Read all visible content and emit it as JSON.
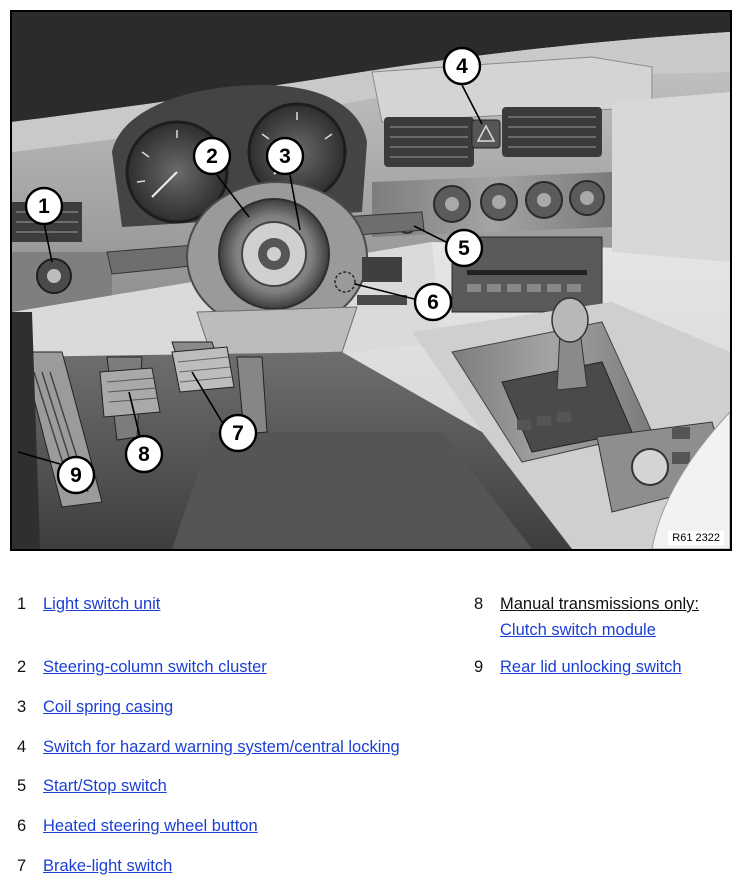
{
  "figure": {
    "reference_code": "R61 2322",
    "callouts": [
      "1",
      "2",
      "3",
      "4",
      "5",
      "6",
      "7",
      "8",
      "9"
    ]
  },
  "legend": [
    {
      "number": "1",
      "label": "Light switch unit"
    },
    {
      "number": "2",
      "label": "Steering-column switch cluster"
    },
    {
      "number": "3",
      "label": "Coil spring casing"
    },
    {
      "number": "4",
      "label": "Switch for hazard warning system/central locking"
    },
    {
      "number": "5",
      "label": "Start/Stop switch"
    },
    {
      "number": "6",
      "label": "Heated steering wheel button"
    },
    {
      "number": "7",
      "label": "Brake-light switch"
    },
    {
      "number": "8",
      "note": "Manual transmissions only:",
      "label": "Clutch switch module"
    },
    {
      "number": "9",
      "label": "Rear lid unlocking switch"
    }
  ]
}
